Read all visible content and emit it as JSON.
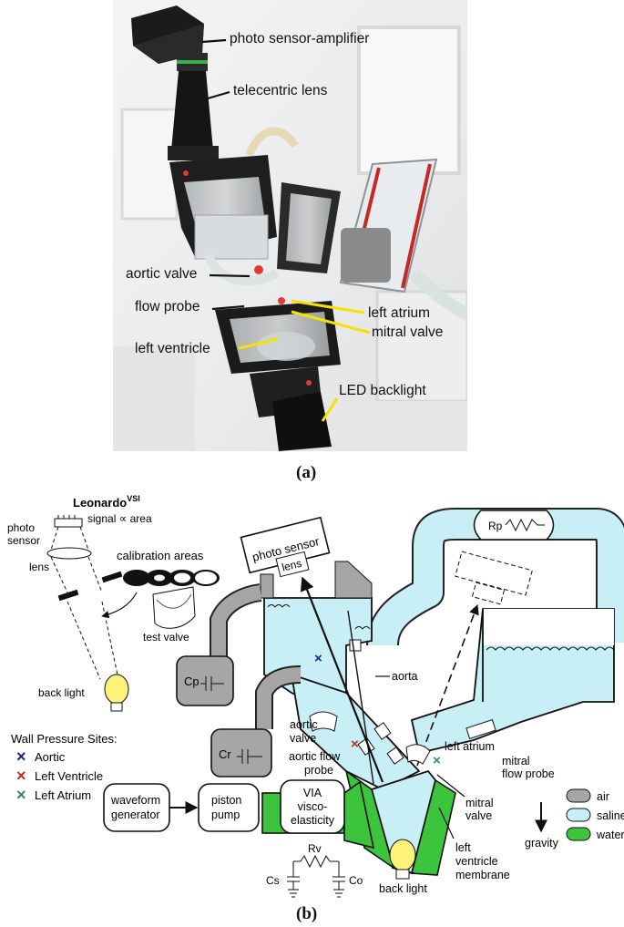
{
  "panel_a": {
    "tag": "(a)",
    "labels": {
      "sensor": "photo sensor-amplifier",
      "lens": "telecentric lens",
      "aortic_valve": "aortic valve",
      "flow_probe": "flow probe",
      "left_atrium": "left atrium",
      "mitral_valve": "mitral valve",
      "left_ventricle": "left ventricle",
      "led": "LED backlight"
    }
  },
  "panel_b": {
    "tag": "(b)",
    "leonardo": "Leonardo",
    "leonardo_sup": "VSI",
    "photo_sensor_small": "photo\nsensor",
    "signal_area": "signal ∝ area",
    "calibration": "calibration areas",
    "lens_small": "lens",
    "test_valve": "test valve",
    "back_light_small": "back light",
    "wall_title": "Wall Pressure Sites:",
    "wall_sites": [
      {
        "mark": "×",
        "color": "#1a237e",
        "label": "Aortic"
      },
      {
        "mark": "×",
        "color": "#c62828",
        "label": "Left Ventricle"
      },
      {
        "mark": "×",
        "color": "#2e8b57",
        "label": "Left Atrium"
      }
    ],
    "photo_sensor": "photo sensor",
    "lens": "lens",
    "rp": "Rp",
    "aorta": "aorta",
    "cp": "Cp",
    "cr": "Cr",
    "aortic_valve": "aortic\nvalve",
    "aortic_flow_probe": "aortic flow\nprobe",
    "left_atrium": "left atrium",
    "mitral_flow_probe": "mitral\nflow probe",
    "mitral_valve": "mitral\nvalve",
    "waveform": "waveform\ngenerator",
    "piston": "piston\npump",
    "via": "VIA\nvisco-\nelasticity",
    "rv": "Rv",
    "cs": "Cs",
    "co": "Co",
    "back_light": "back light",
    "lv_membrane": "left\nventricle\nmembrane",
    "gravity": "gravity",
    "legend": [
      {
        "label": "air",
        "color": "#a6a6a6"
      },
      {
        "label": "saline",
        "color": "#c8eef6"
      },
      {
        "label": "water",
        "color": "#3cc43c"
      }
    ]
  }
}
